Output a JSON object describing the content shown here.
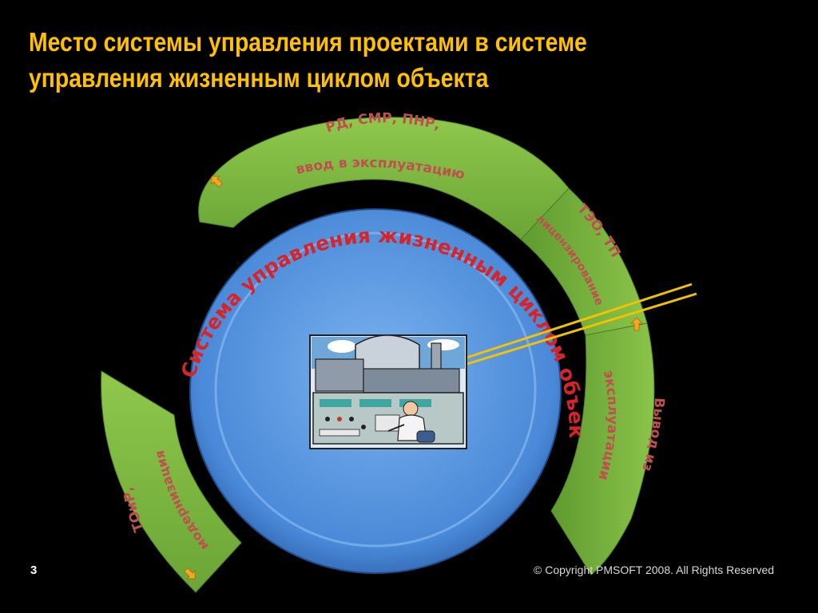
{
  "slide": {
    "title_line1": "Место системы управления проектами в системе",
    "title_line2": "управления жизненным циклом объекта",
    "number": "3",
    "copyright": "© Copyright PMSOFT 2008. All Rights Reserved"
  },
  "diagram": {
    "core_label": "Система управления жизненным циклом объекта",
    "segments": {
      "top_line1": "РД, СМР, ПНР,",
      "top_line2": "ввод в эксплуатацию",
      "right_upper_line1": "ТЭО, ТП",
      "right_upper_line2": "лицензирование",
      "right_middle": "эксплуатации",
      "right_outer_line1": "Вывод из",
      "left_line1": "ТОиР,",
      "left_line2": "модернизация"
    },
    "center_image": "power-plant-operator-clipart"
  },
  "colors": {
    "title": "#ffc000",
    "segment_fill": "#7ab53e",
    "segment_text": "#c0504d",
    "core_fill": "#4a89d8",
    "core_text": "#d6242a",
    "arrow": "#f5a623"
  }
}
